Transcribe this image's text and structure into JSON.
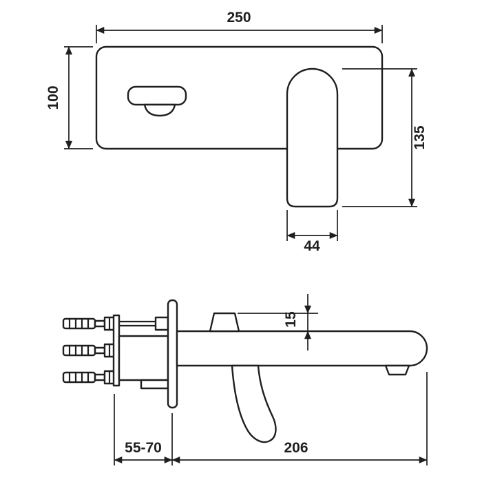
{
  "drawing": {
    "line_color": "#1f1f1f",
    "bg_color": "#ffffff",
    "front_view": {
      "width_label": "250",
      "height_label": "100",
      "spout_height_label": "135",
      "spout_width_label": "44"
    },
    "side_view": {
      "handle_rise_label": "15",
      "wall_depth_label": "55-70",
      "spout_reach_label": "206"
    }
  }
}
